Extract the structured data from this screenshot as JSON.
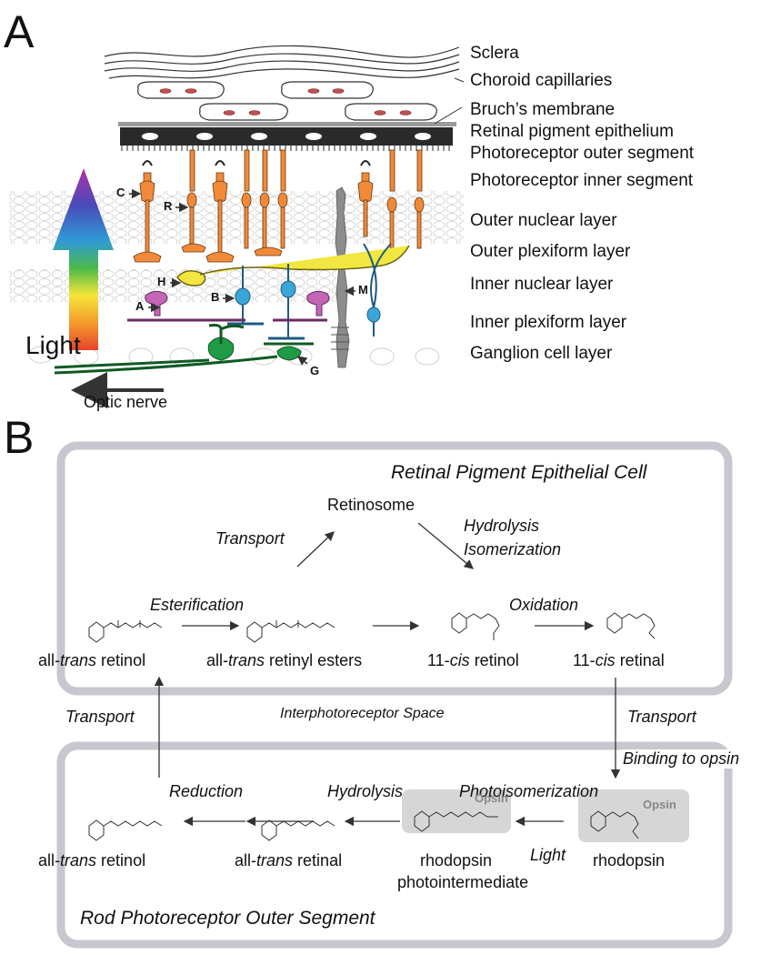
{
  "panel_a": {
    "letter": "A",
    "layers": [
      "Sclera",
      "Choroid capillaries",
      "Bruch’s membrane",
      "Retinal pigment epithelium",
      "Photoreceptor outer segment",
      "Photoreceptor inner segment",
      "Outer nuclear layer",
      "Outer plexiform layer",
      "Inner nuclear layer",
      "Inner plexiform layer",
      "Ganglion cell layer"
    ],
    "cell_labels": {
      "c": "C",
      "r": "R",
      "h": "H",
      "a": "A",
      "b": "B",
      "m": "M",
      "g": "G"
    },
    "light_label": "Light",
    "optic_nerve_label": "Optic nerve",
    "colors": {
      "cone_rod": "#f08a3a",
      "horizontal": "#f2e640",
      "bipolar": "#3aa6d8",
      "amacrine": "#c266b5",
      "ganglion": "#1f9a45",
      "muller": "#8c8c8c",
      "rpe": "#2a2a2a"
    }
  },
  "panel_b": {
    "letter": "B",
    "rpe_title": "Retinal Pigment Epithelial Cell",
    "retinosome": "Retinosome",
    "transport_up": "Transport",
    "hydrolysis_iso_1": "Hydrolysis",
    "hydrolysis_iso_2": "Isomerization",
    "esterification": "Esterification",
    "oxidation": "Oxidation",
    "rpe_compounds": [
      {
        "pre": "all-",
        "it": "trans",
        "post": " retinol"
      },
      {
        "pre": "all-",
        "it": "trans",
        "post": " retinyl esters"
      },
      {
        "pre": "11-",
        "it": "cis",
        "post": " retinol"
      },
      {
        "pre": "11-",
        "it": "cis",
        "post": " retinal"
      }
    ],
    "interphotoreceptor": "Interphotoreceptor Space",
    "transport_left": "Transport",
    "transport_right": "Transport",
    "binding": "Binding to opsin",
    "rod_title": "Rod Photoreceptor Outer Segment",
    "reduction": "Reduction",
    "hydrolysis": "Hydrolysis",
    "photoisomerization": "Photoisomerization",
    "light": "Light",
    "opsin": "Opsin",
    "rod_compounds": [
      {
        "pre": "all-",
        "it": "trans",
        "post": " retinol"
      },
      {
        "pre": "all-",
        "it": "trans",
        "post": " retinal"
      }
    ],
    "rhodopsin_photo_1": "rhodopsin",
    "rhodopsin_photo_2": "photointermediate",
    "rhodopsin": "rhodopsin"
  }
}
